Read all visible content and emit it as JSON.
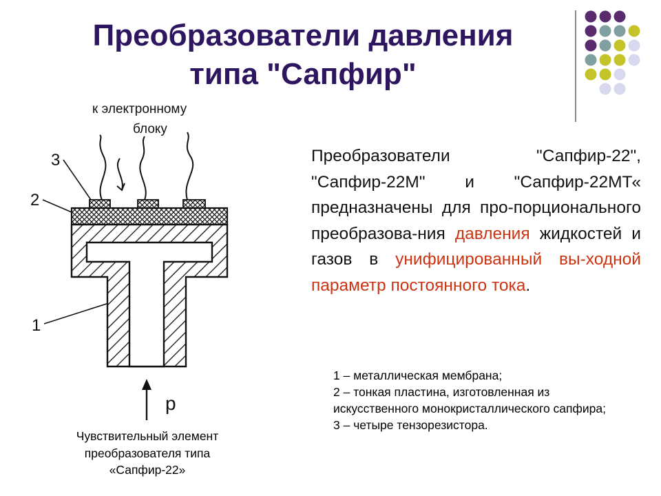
{
  "slide": {
    "title_line1": "Преобразователи давления",
    "title_line2": "типа \"Сапфир\"",
    "accent_title_color": "#2d1560",
    "highlight_color": "#cc3311",
    "dot_colors": [
      "#5a2a6e",
      "#7f9fa0",
      "#c4c42a",
      "#d8d8ee"
    ]
  },
  "body": {
    "p1": "Преобразователи \"Сапфир-22\", \"Сапфир-22М\" и \"Сапфир-22МТ« предназначены для про-порционального преобразова-ния ",
    "hl1": "давления",
    "p2": " жидкостей и газов в ",
    "hl2": "унифицированный вы-ходной параметр постоянного тока",
    "p3": "."
  },
  "legend": {
    "item1": "1 – металлическая мембрана;",
    "item2": "2 – тонкая пластина, изготовленная из искусственного монокристаллического сапфира;",
    "item3": "3 – четыре тензорезистора."
  },
  "diagram": {
    "top_label_line1": "к электронному",
    "top_label_line2": "блоку",
    "label_3": "3",
    "label_2": "2",
    "label_1": "1",
    "pressure_label": "p"
  },
  "caption": {
    "line1": "Чувствительный элемент",
    "line2": "преобразователя типа",
    "line3": "«Сапфир-22»"
  }
}
